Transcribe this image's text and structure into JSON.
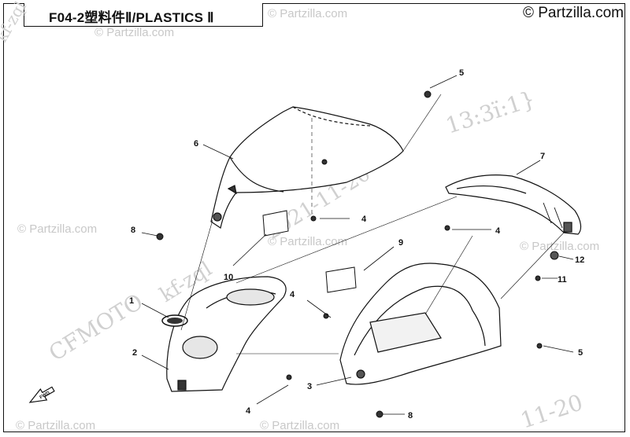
{
  "title": "F04-2塑料件Ⅱ/PLASTICS Ⅱ",
  "copyright": "© Partzilla.com",
  "watermarks": {
    "partzilla": "© Partzilla.com",
    "stamp_time": "13:3ï:1}",
    "stamp_date": "2021-11-20",
    "stamp_user": "kf-zql",
    "brand": "CFMOTO",
    "corner_date": "11-20"
  },
  "fwd_label": "FWD",
  "callouts": [
    {
      "id": "1",
      "label": "1"
    },
    {
      "id": "2",
      "label": "2"
    },
    {
      "id": "3",
      "label": "3"
    },
    {
      "id": "4a",
      "label": "4"
    },
    {
      "id": "4b",
      "label": "4"
    },
    {
      "id": "4c",
      "label": "4"
    },
    {
      "id": "4d",
      "label": "4"
    },
    {
      "id": "5a",
      "label": "5"
    },
    {
      "id": "5b",
      "label": "5"
    },
    {
      "id": "6",
      "label": "6"
    },
    {
      "id": "7",
      "label": "7"
    },
    {
      "id": "8a",
      "label": "8"
    },
    {
      "id": "8b",
      "label": "8"
    },
    {
      "id": "9",
      "label": "9"
    },
    {
      "id": "10",
      "label": "10"
    },
    {
      "id": "11",
      "label": "11"
    },
    {
      "id": "12",
      "label": "12"
    }
  ]
}
